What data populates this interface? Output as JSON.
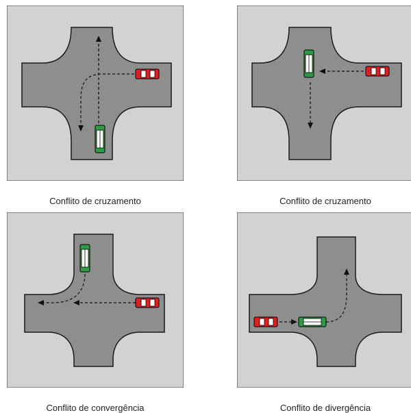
{
  "colors": {
    "panel_background": "#d2d2d2",
    "road": "#8e8e8e",
    "road_edge": "#1a1a1a",
    "car_red": "#e02020",
    "car_green": "#2f9a45",
    "arrow": "#111111"
  },
  "panels": [
    {
      "caption": "Conflito de cruzamento",
      "conflict_type": "crossing"
    },
    {
      "caption": "Conflito de cruzamento",
      "conflict_type": "crossing"
    },
    {
      "caption": "Conflito de convergência",
      "conflict_type": "merging"
    },
    {
      "caption": "Conflito de divergência",
      "conflict_type": "diverging"
    }
  ]
}
